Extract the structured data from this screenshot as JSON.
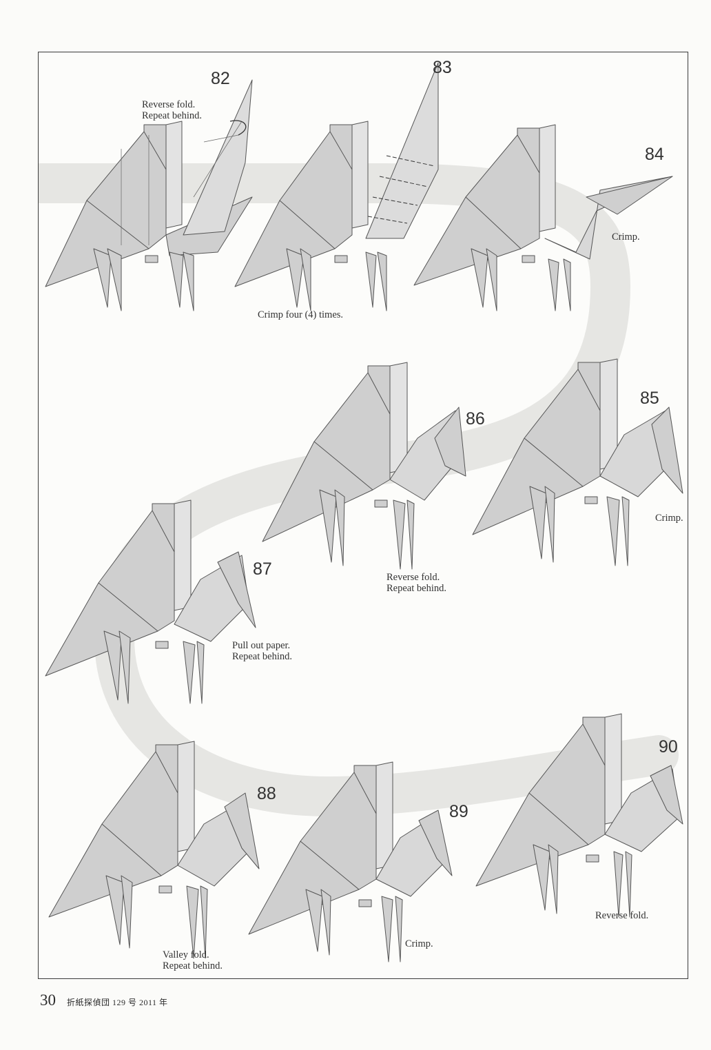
{
  "steps": [
    {
      "num": "82",
      "lines": [
        "Reverse fold.",
        "Repeat behind."
      ]
    },
    {
      "num": "83",
      "lines": [
        "Crimp four (4) times."
      ]
    },
    {
      "num": "84",
      "lines": [
        "Crimp."
      ]
    },
    {
      "num": "85",
      "lines": [
        "Crimp."
      ]
    },
    {
      "num": "86",
      "lines": [
        "Reverse fold.",
        "Repeat behind."
      ]
    },
    {
      "num": "87",
      "lines": [
        "Pull out paper.",
        "Repeat behind."
      ]
    },
    {
      "num": "88",
      "lines": [
        "Valley fold.",
        "Repeat behind."
      ]
    },
    {
      "num": "89",
      "lines": [
        "Crimp."
      ]
    },
    {
      "num": "90",
      "lines": [
        "Reverse fold."
      ]
    }
  ],
  "footer": {
    "page_number": "30",
    "publication": "折紙探偵団 129 号 2011 年"
  }
}
